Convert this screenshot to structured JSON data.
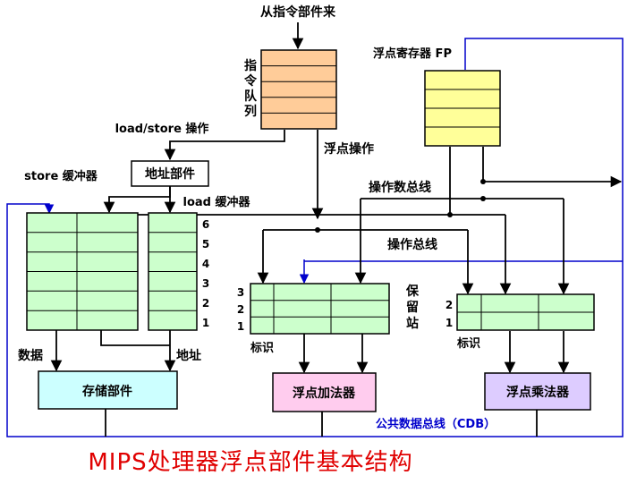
{
  "labels": {
    "from_instruction_unit": "从指令部件来",
    "instruction_queue_chars": [
      "指",
      "令",
      "队",
      "列"
    ],
    "load_store_op": "load/store 操作",
    "fp_operation": "浮点操作",
    "fp_registers": "浮点寄存器 FP",
    "address_unit": "地址部件",
    "store_buffer": "store 缓冲器",
    "load_buffer": "load 缓冲器",
    "operand_bus": "操作数总线",
    "operation_bus": "操作总线",
    "reservation_station_chars": [
      "保",
      "留",
      "站"
    ],
    "data": "数据",
    "address": "地址",
    "memory_unit": "存储部件",
    "fp_adder": "浮点加法器",
    "fp_multiplier": "浮点乘法器",
    "tag_add": "标识",
    "tag_mul": "标识",
    "cdb": "公共数据总线（CDB）",
    "load_buffer_numbers": [
      "6",
      "5",
      "4",
      "3",
      "2",
      "1"
    ],
    "add_rs_numbers": [
      "3",
      "2",
      "1"
    ],
    "mul_rs_numbers": [
      "2",
      "1"
    ]
  },
  "caption": "MIPS处理器浮点部件基本结构",
  "colors": {
    "queue_fill": "#ffcc99",
    "register_fill": "#ffff99",
    "buffer_fill": "#ccffcc",
    "memory_fill": "#ccffff",
    "adder_fill": "#ffccee",
    "multiplier_fill": "#ddccff",
    "cdb_line": "#0000cc",
    "caption_color": "#e00000"
  }
}
